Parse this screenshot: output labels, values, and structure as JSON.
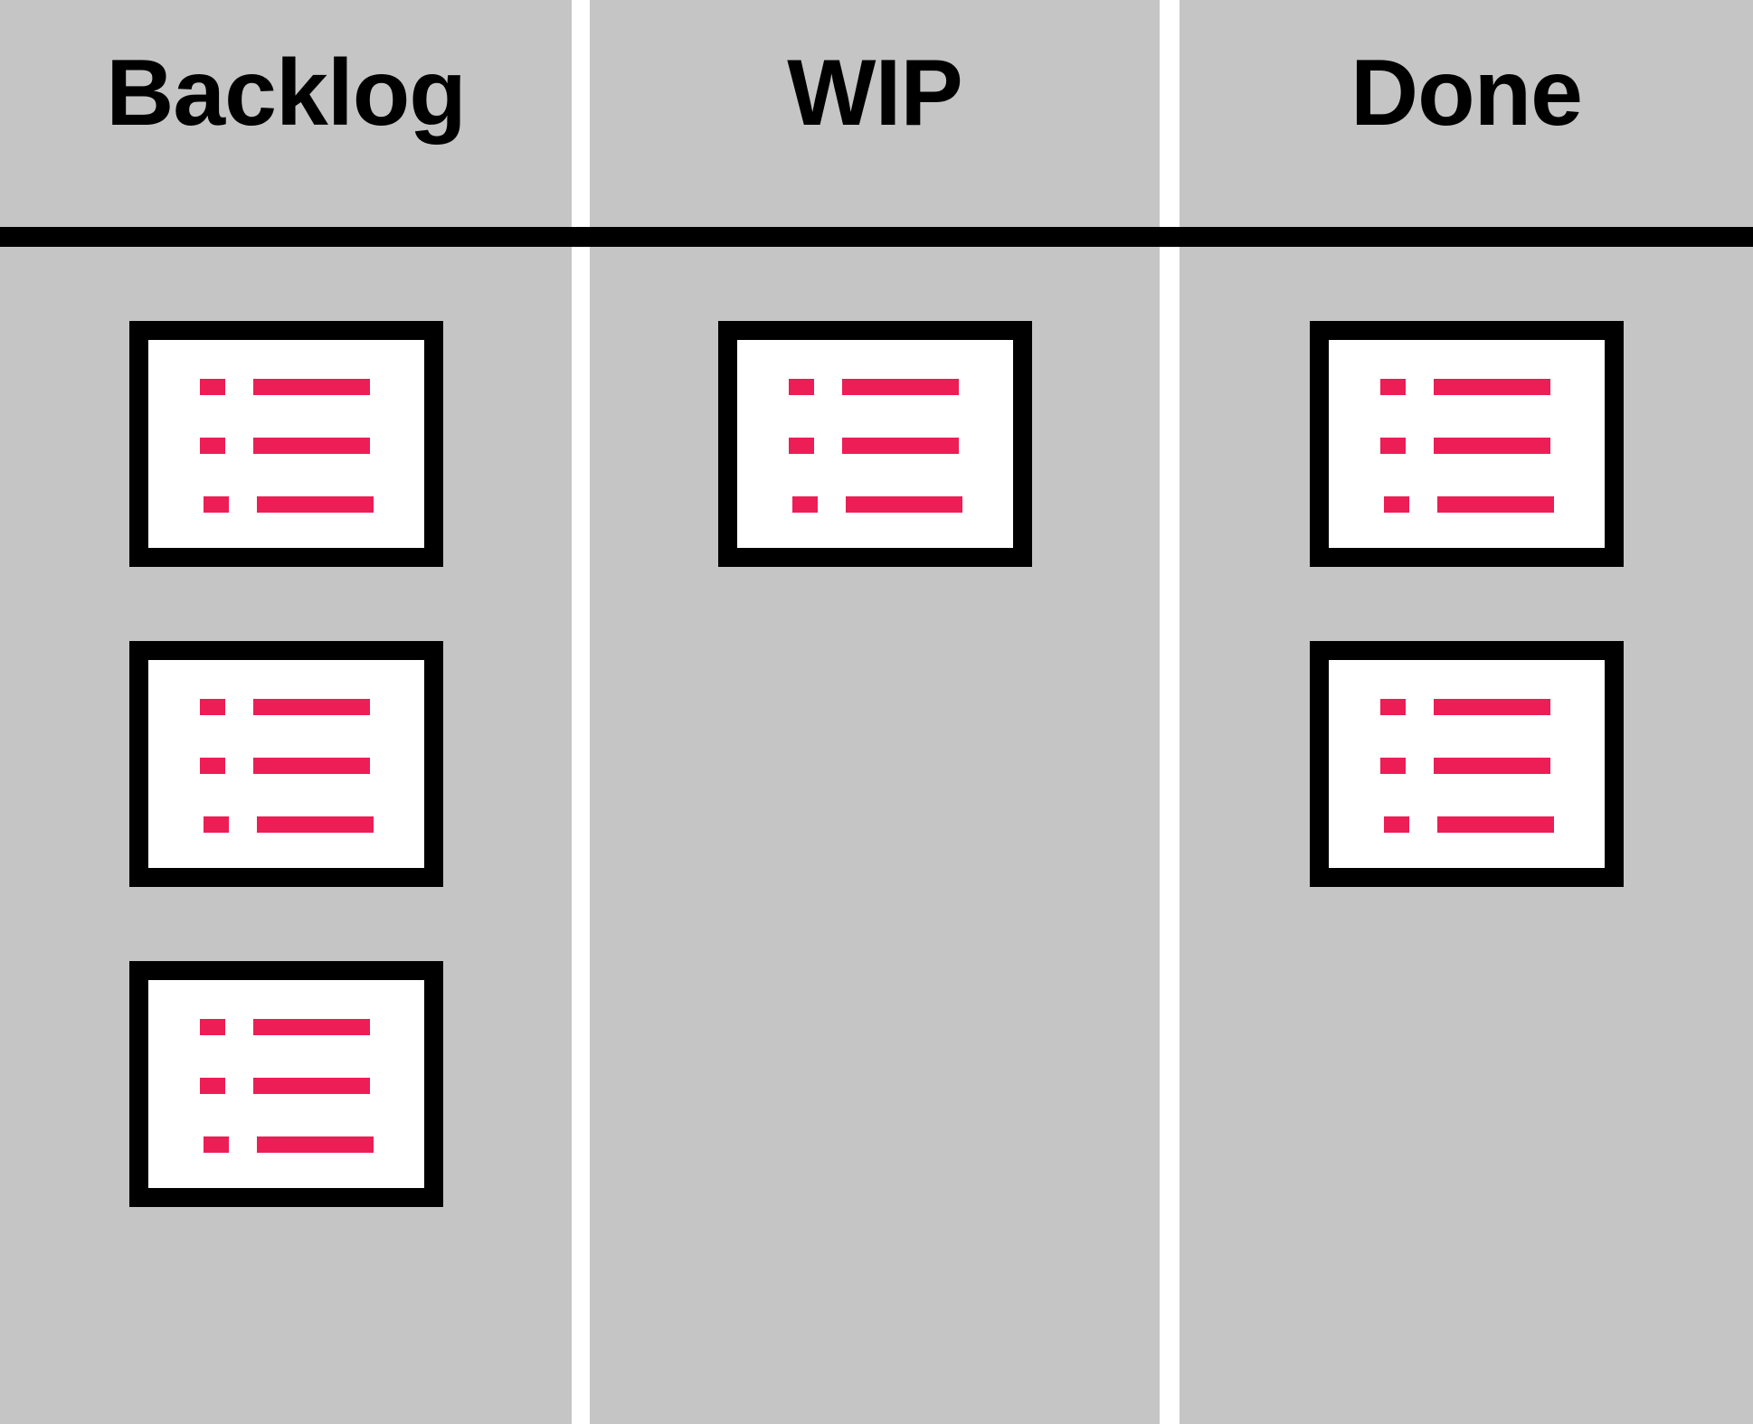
{
  "board": {
    "columns": [
      {
        "label": "Backlog",
        "card_count": 3
      },
      {
        "label": "WIP",
        "card_count": 1
      },
      {
        "label": "Done",
        "card_count": 2
      }
    ],
    "card_icon": "list-icon",
    "colors": {
      "column_bg": "#C5C5C5",
      "gap_color": "#FFFFFF",
      "divider_color": "#000000",
      "header_text": "#000000",
      "card_bg": "#FFFFFF",
      "card_border": "#000000",
      "card_line": "#EC1E55"
    }
  }
}
